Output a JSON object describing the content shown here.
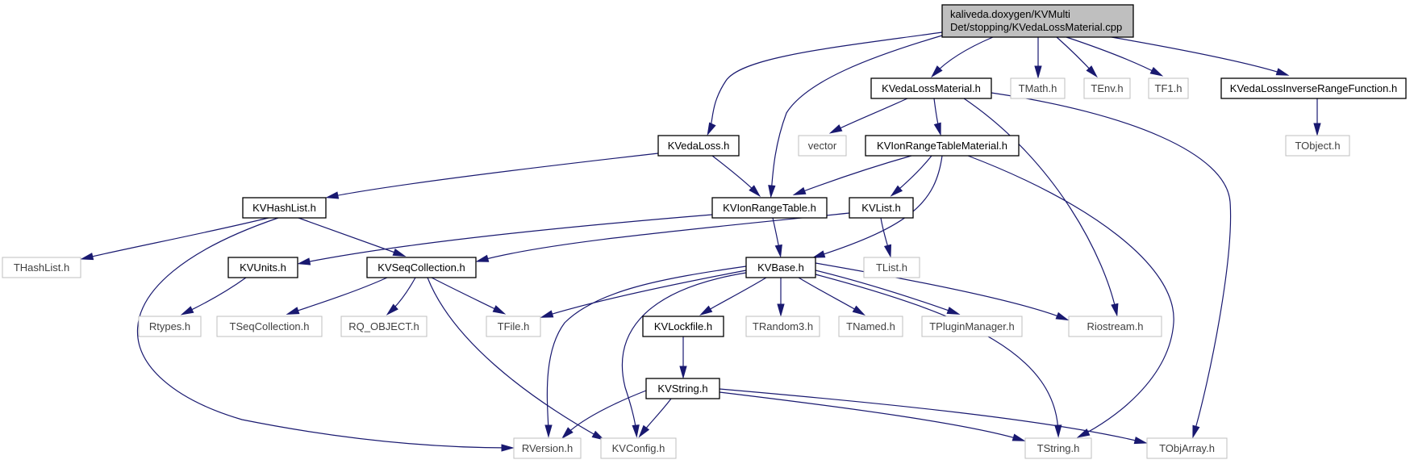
{
  "colors": {
    "edge": "#191970",
    "root_fill": "#bfbfbf",
    "documented_border": "#000000",
    "undocumented_border": "#bfbfbf",
    "undocumented_text": "#404040"
  },
  "nodes": [
    {
      "id": "root",
      "lines": [
        "kaliveda.doxygen/KVMulti",
        "Det/stopping/KVedaLossMaterial.cpp"
      ],
      "kind": "root"
    },
    {
      "id": "kvedalossmaterial_h",
      "lines": [
        "KVedaLossMaterial.h"
      ],
      "kind": "documented"
    },
    {
      "id": "tmath_h",
      "lines": [
        "TMath.h"
      ],
      "kind": "external"
    },
    {
      "id": "tenv_h",
      "lines": [
        "TEnv.h"
      ],
      "kind": "external"
    },
    {
      "id": "tf1_h",
      "lines": [
        "TF1.h"
      ],
      "kind": "external"
    },
    {
      "id": "kvedalossinverserangefunction_h",
      "lines": [
        "KVedaLossInverseRangeFunction.h"
      ],
      "kind": "documented"
    },
    {
      "id": "kvedaloss_h",
      "lines": [
        "KVedaLoss.h"
      ],
      "kind": "documented"
    },
    {
      "id": "vector",
      "lines": [
        "vector"
      ],
      "kind": "external"
    },
    {
      "id": "kvionrangetablematerial_h",
      "lines": [
        "KVIonRangeTableMaterial.h"
      ],
      "kind": "documented"
    },
    {
      "id": "tobject_h",
      "lines": [
        "TObject.h"
      ],
      "kind": "external"
    },
    {
      "id": "kvhashlist_h",
      "lines": [
        "KVHashList.h"
      ],
      "kind": "documented"
    },
    {
      "id": "kvionrangetable_h",
      "lines": [
        "KVIonRangeTable.h"
      ],
      "kind": "documented"
    },
    {
      "id": "kvlist_h",
      "lines": [
        "KVList.h"
      ],
      "kind": "documented"
    },
    {
      "id": "thashlist_h",
      "lines": [
        "THashList.h"
      ],
      "kind": "external"
    },
    {
      "id": "kvunits_h",
      "lines": [
        "KVUnits.h"
      ],
      "kind": "documented"
    },
    {
      "id": "kvseqcollection_h",
      "lines": [
        "KVSeqCollection.h"
      ],
      "kind": "documented"
    },
    {
      "id": "kvbase_h",
      "lines": [
        "KVBase.h"
      ],
      "kind": "documented"
    },
    {
      "id": "tlist_h",
      "lines": [
        "TList.h"
      ],
      "kind": "external"
    },
    {
      "id": "rtypes_h",
      "lines": [
        "Rtypes.h"
      ],
      "kind": "external"
    },
    {
      "id": "tseqcollection_h",
      "lines": [
        "TSeqCollection.h"
      ],
      "kind": "external"
    },
    {
      "id": "rq_object_h",
      "lines": [
        "RQ_OBJECT.h"
      ],
      "kind": "external"
    },
    {
      "id": "tfile_h",
      "lines": [
        "TFile.h"
      ],
      "kind": "external"
    },
    {
      "id": "kvlockfile_h",
      "lines": [
        "KVLockfile.h"
      ],
      "kind": "documented"
    },
    {
      "id": "trandom3_h",
      "lines": [
        "TRandom3.h"
      ],
      "kind": "external"
    },
    {
      "id": "tnamed_h",
      "lines": [
        "TNamed.h"
      ],
      "kind": "external"
    },
    {
      "id": "tpluginmanager_h",
      "lines": [
        "TPluginManager.h"
      ],
      "kind": "external"
    },
    {
      "id": "riostream_h",
      "lines": [
        "Riostream.h"
      ],
      "kind": "external"
    },
    {
      "id": "kvstring_h",
      "lines": [
        "KVString.h"
      ],
      "kind": "documented"
    },
    {
      "id": "rversion_h",
      "lines": [
        "RVersion.h"
      ],
      "kind": "external"
    },
    {
      "id": "kvconfig_h",
      "lines": [
        "KVConfig.h"
      ],
      "kind": "external"
    },
    {
      "id": "tstring_h",
      "lines": [
        "TString.h"
      ],
      "kind": "external"
    },
    {
      "id": "tobjarray_h",
      "lines": [
        "TObjArray.h"
      ],
      "kind": "external"
    }
  ],
  "edges": [
    {
      "from": "root",
      "to": "kvedalossmaterial_h"
    },
    {
      "from": "root",
      "to": "tmath_h"
    },
    {
      "from": "root",
      "to": "tenv_h"
    },
    {
      "from": "root",
      "to": "tf1_h"
    },
    {
      "from": "root",
      "to": "kvedalossinverserangefunction_h"
    },
    {
      "from": "root",
      "to": "kvedaloss_h"
    },
    {
      "from": "root",
      "to": "kvionrangetable_h"
    },
    {
      "from": "kvedalossmaterial_h",
      "to": "vector"
    },
    {
      "from": "kvedalossmaterial_h",
      "to": "kvionrangetablematerial_h"
    },
    {
      "from": "kvedalossmaterial_h",
      "to": "riostream_h"
    },
    {
      "from": "kvedalossmaterial_h",
      "to": "tobjarray_h"
    },
    {
      "from": "kvedalossinverserangefunction_h",
      "to": "tobject_h"
    },
    {
      "from": "kvedaloss_h",
      "to": "kvhashlist_h"
    },
    {
      "from": "kvedaloss_h",
      "to": "kvionrangetable_h"
    },
    {
      "from": "kvionrangetablematerial_h",
      "to": "kvionrangetable_h"
    },
    {
      "from": "kvionrangetablematerial_h",
      "to": "kvlist_h"
    },
    {
      "from": "kvionrangetablematerial_h",
      "to": "kvbase_h"
    },
    {
      "from": "kvionrangetablematerial_h",
      "to": "tstring_h"
    },
    {
      "from": "kvhashlist_h",
      "to": "thashlist_h"
    },
    {
      "from": "kvhashlist_h",
      "to": "kvseqcollection_h"
    },
    {
      "from": "kvhashlist_h",
      "to": "rversion_h"
    },
    {
      "from": "kvionrangetable_h",
      "to": "kvunits_h"
    },
    {
      "from": "kvionrangetable_h",
      "to": "kvbase_h"
    },
    {
      "from": "kvlist_h",
      "to": "kvseqcollection_h"
    },
    {
      "from": "kvlist_h",
      "to": "tlist_h"
    },
    {
      "from": "kvunits_h",
      "to": "rtypes_h"
    },
    {
      "from": "kvseqcollection_h",
      "to": "tseqcollection_h"
    },
    {
      "from": "kvseqcollection_h",
      "to": "rq_object_h"
    },
    {
      "from": "kvseqcollection_h",
      "to": "tfile_h"
    },
    {
      "from": "kvseqcollection_h",
      "to": "kvconfig_h"
    },
    {
      "from": "kvbase_h",
      "to": "tfile_h"
    },
    {
      "from": "kvbase_h",
      "to": "kvlockfile_h"
    },
    {
      "from": "kvbase_h",
      "to": "trandom3_h"
    },
    {
      "from": "kvbase_h",
      "to": "tnamed_h"
    },
    {
      "from": "kvbase_h",
      "to": "tpluginmanager_h"
    },
    {
      "from": "kvbase_h",
      "to": "riostream_h"
    },
    {
      "from": "kvbase_h",
      "to": "rversion_h"
    },
    {
      "from": "kvbase_h",
      "to": "kvconfig_h"
    },
    {
      "from": "kvbase_h",
      "to": "tstring_h"
    },
    {
      "from": "kvlockfile_h",
      "to": "kvstring_h"
    },
    {
      "from": "kvstring_h",
      "to": "rversion_h"
    },
    {
      "from": "kvstring_h",
      "to": "kvconfig_h"
    },
    {
      "from": "kvstring_h",
      "to": "tstring_h"
    },
    {
      "from": "kvstring_h",
      "to": "tobjarray_h"
    }
  ]
}
